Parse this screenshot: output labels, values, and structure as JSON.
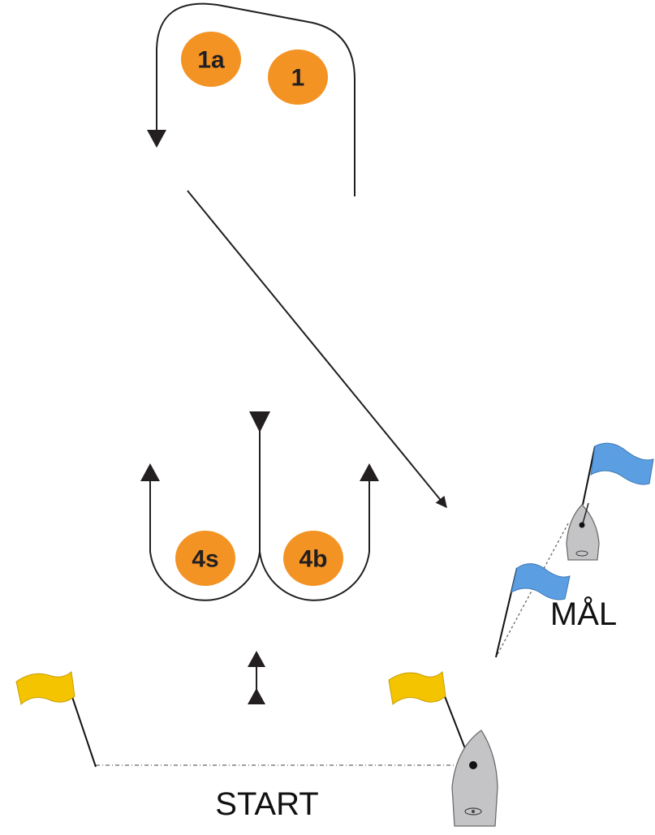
{
  "colors": {
    "mark": "#f39324",
    "course_line": "#231f20",
    "start_flag": "#f5c400",
    "finish_flag": "#5b9ee1",
    "boat_hull": "#c4c4c6",
    "boat_outline": "#6d6d6d",
    "background": "#ffffff"
  },
  "marks": [
    {
      "id": "1a",
      "label": "1a"
    },
    {
      "id": "1",
      "label": "1"
    },
    {
      "id": "4s",
      "label": "4s"
    },
    {
      "id": "4b",
      "label": "4b"
    }
  ],
  "labels": {
    "start": "START",
    "finish": "MÅL"
  },
  "icons": {
    "start_flags": "yellow-flag-icon",
    "finish_flags": "blue-flag-icon",
    "committee_boats": "sailboat-icon",
    "direction_arrows": "arrowhead-icon"
  }
}
